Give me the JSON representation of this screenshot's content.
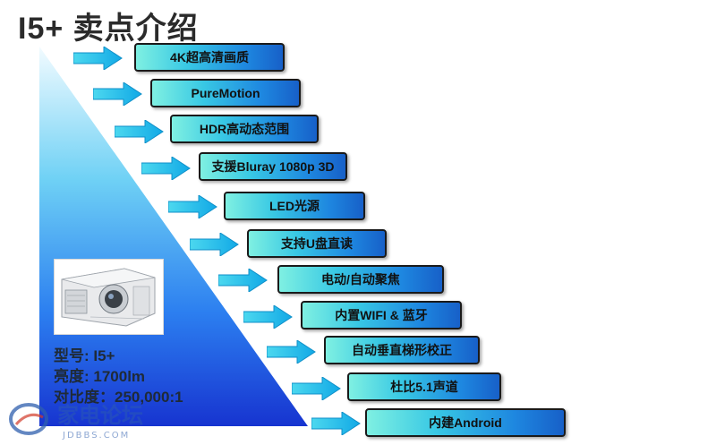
{
  "title": "I5+ 卖点介绍",
  "features": [
    "4K超高清画质",
    "PureMotion",
    "HDR高动态范围",
    "支援Bluray 1080p 3D",
    "LED光源",
    "支持U盘直读",
    "电动/自动聚焦",
    "内置WIFI & 蓝牙",
    "自动垂直梯形校正",
    "杜比5.1声道",
    "内建Android"
  ],
  "specs": {
    "model": "型号: I5+",
    "brightness": "亮度: 1700lm",
    "contrast": "对比度：250,000:1"
  },
  "watermark": {
    "text": "家电论坛",
    "domain": "JDBBS.COM"
  },
  "colors": {
    "accent": "#1e87e0",
    "arrow": "#1ec6e8",
    "triangle_top": "#e8f6fd",
    "triangle_bottom": "#1a3bd6"
  }
}
